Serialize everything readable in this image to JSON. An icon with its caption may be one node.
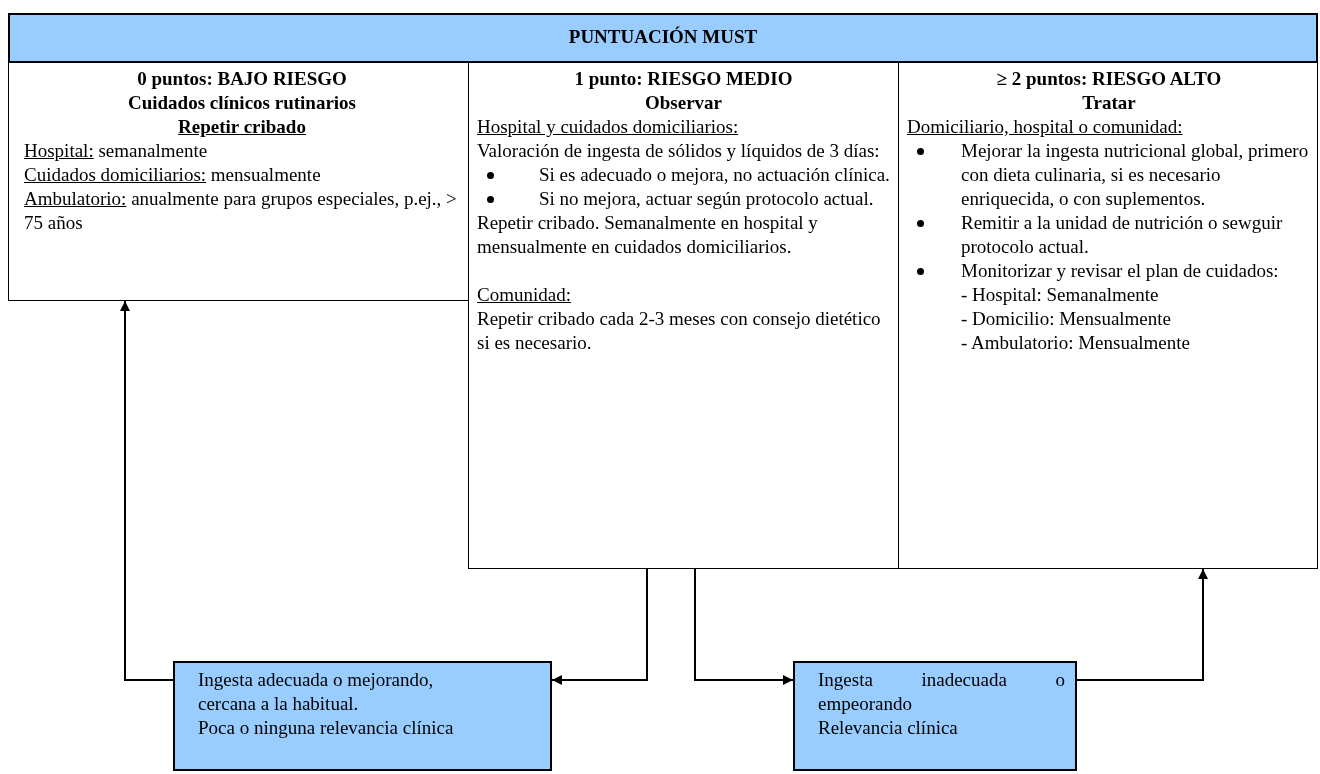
{
  "diagram": {
    "nodes": [
      {
        "text": [
          "PUNTUACIÓN MUST"
        ]
      },
      {
        "text": [
          "0 puntos: BAJO RIESGO",
          "Cuidados clínicos rutinarios",
          "Repetir cribado",
          "Hospital:",
          "semanalmente",
          "Cuidados domiciliarios:",
          "mensualmente",
          "Ambulatorio:",
          "anualmente para grupos especiales, p.ej., > 75 años"
        ]
      },
      {
        "text": [
          "1 punto: RIESGO MEDIO",
          "Observar",
          "Hospital y cuidados domiciliarios:",
          "Valoración de ingesta de sólidos y líquidos de 3 días:",
          "Si es adecuado o mejora, no actuación clínica.",
          "Si no mejora, actuar según protocolo actual.",
          "Repetir cribado. Semanalmente en hospital y mensualmente en cuidados domiciliarios.",
          "Comunidad:",
          "Repetir cribado cada 2-3 meses con consejo dietético si es necesario."
        ]
      },
      {
        "text": [
          "≥ 2 puntos: RIESGO ALTO",
          "Tratar",
          "Domiciliario, hospital o comunidad:",
          "Mejorar la ingesta nutricional global, primero con dieta culinaria, si es necesario enriquecida, o con suplementos.",
          "Remitir a la unidad de nutrición o sewguir protocolo actual.",
          "Monitorizar y revisar el plan de cuidados:",
          "- Hospital: Semanalmente",
          "- Domicilio: Mensualmente",
          "- Ambulatorio: Mensualmente"
        ]
      },
      {
        "text": [
          "Ingesta adecuada o mejorando, cercana a la habitual.",
          "Poca o ninguna relevancia clínica"
        ]
      },
      {
        "text": [
          "Ingesta inadecuada o empeorando",
          "Relevancia clínica"
        ]
      }
    ],
    "edges": [
      {
        "from": 2,
        "to": 4,
        "arrow": "to"
      },
      {
        "from": 4,
        "to": 1,
        "arrow": "to"
      },
      {
        "from": 2,
        "to": 5,
        "arrow": "to"
      },
      {
        "from": 5,
        "to": 3,
        "arrow": "to"
      }
    ]
  }
}
